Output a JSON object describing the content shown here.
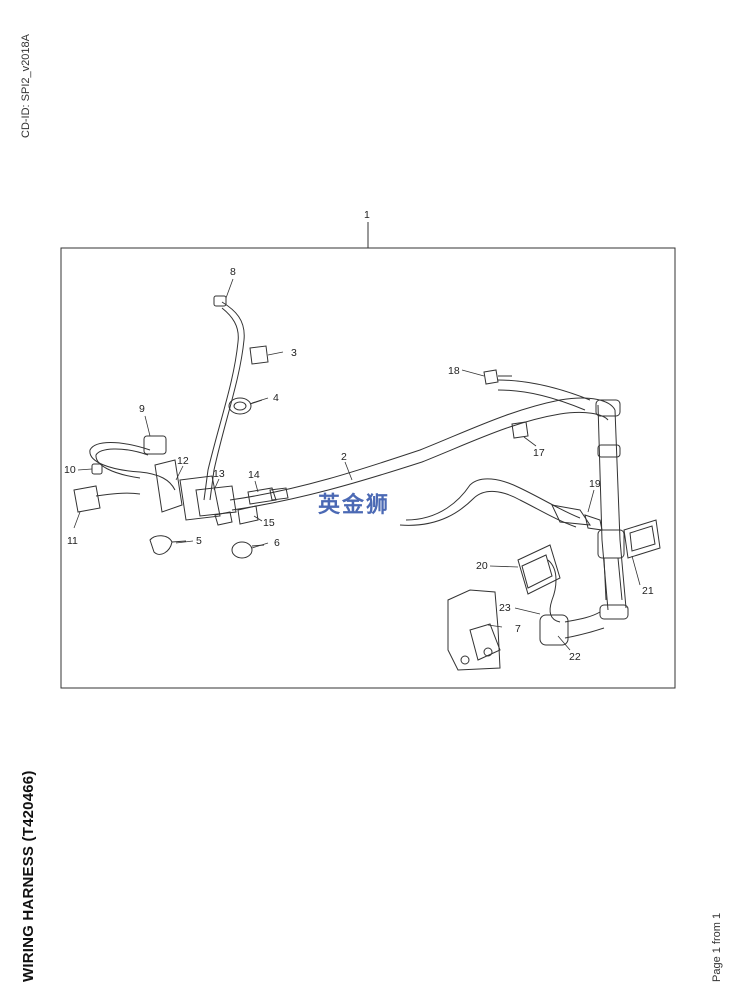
{
  "header": {
    "cd_id": "CD-ID: SPI2_v2018A"
  },
  "title": "WIRING HARNESS (T420466)",
  "footer": {
    "page_info": "Page 1 from 1"
  },
  "watermark": "英金狮",
  "callouts": {
    "c1": "1",
    "c2": "2",
    "c3": "3",
    "c4": "4",
    "c5": "5",
    "c6": "6",
    "c7": "7",
    "c8": "8",
    "c9": "9",
    "c10": "10",
    "c11": "11",
    "c12": "12",
    "c13": "13",
    "c14": "14",
    "c15": "15",
    "c17": "17",
    "c18": "18",
    "c19": "19",
    "c20": "20",
    "c21": "21",
    "c22": "22",
    "c23": "23"
  }
}
